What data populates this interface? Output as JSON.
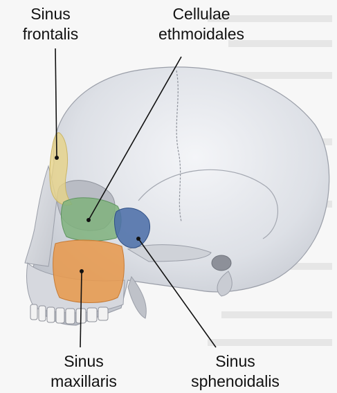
{
  "labels": {
    "sinus_frontalis": "Sinus\nfrontalis",
    "cellulae_ethmoidales": "Cellulae\nethmoidales",
    "sinus_maxillaris": "Sinus\nmaxillaris",
    "sinus_sphenoidalis": "Sinus\nsphenoidalis"
  },
  "colors": {
    "background_text": "#b9b9b9",
    "skull": "#dfe1e6",
    "frontal_sinus": "#e6d38a",
    "ethmoid_cells": "#7fb27d",
    "maxillary_sinus": "#e79a4e",
    "sphenoid_sinus": "#4d6fa8",
    "leader_lines": "#111111"
  },
  "icons": {
    "illustration": "skull-lateral-view-with-paranasal-sinuses"
  }
}
